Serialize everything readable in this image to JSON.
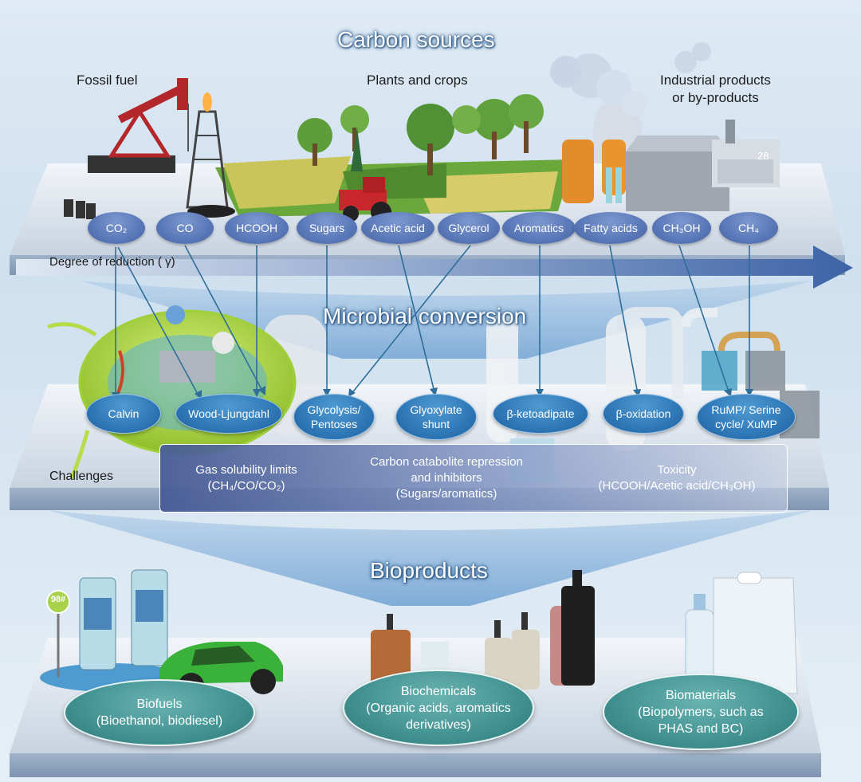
{
  "titles": {
    "carbon_sources": "Carbon sources",
    "microbial_conversion": "Microbial conversion",
    "bioproducts": "Bioproducts"
  },
  "source_groups": {
    "fossil": "Fossil fuel",
    "plants": "Plants and crops",
    "industrial": "Industrial products\nor by-products"
  },
  "substrates": [
    "CO₂",
    "CO",
    "HCOOH",
    "Sugars",
    "Acetic acid",
    "Glycerol",
    "Aromatics",
    "Fatty acids",
    "CH₃OH",
    "CH₄"
  ],
  "reduction_label": "Degree of reduction ( γ)",
  "pathways": [
    "Calvin",
    "Wood-Ljungdahl",
    "Glycolysis/\nPentoses",
    "Glyoxylate\nshunt",
    "β-ketoadipate",
    "β-oxidation",
    "RuMP/ Serine\ncycle/ XuMP"
  ],
  "challenges_label": "Challenges",
  "challenges": [
    "Gas solubility limits\n(CH₄/CO/CO₂)",
    "Carbon catabolite repression\nand inhibitors\n(Sugars/aromatics)",
    "Toxicity\n(HCOOH/Acetic acid/CH₃OH)"
  ],
  "products": [
    "Biofuels\n(Bioethanol, biodiesel)",
    "Biochemicals\n(Organic acids, aromatics\nderivatives)",
    "Biomaterials\n(Biopolymers, such as\nPHAS and BC)"
  ],
  "scene_text": {
    "pump_sign": "98#",
    "building_number": "28"
  },
  "colors": {
    "substrate_fill": "#5a78b8",
    "pathway_fill": "#2f78b8",
    "product_fill": "#3f8f8f",
    "arrow": "#2f6e9a",
    "axis_arrow": "#3d63a6"
  }
}
